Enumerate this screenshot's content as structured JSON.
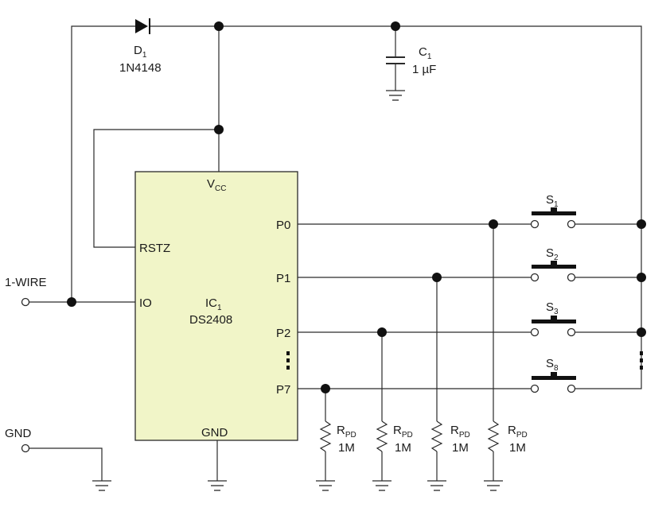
{
  "colors": {
    "ic_fill": "#f1f5c8",
    "wire": "#2a2a2a",
    "dot": "#111111"
  },
  "diode": {
    "ref": "D",
    "ref_sub": "1",
    "part": "1N4148"
  },
  "capacitor": {
    "ref": "C",
    "ref_sub": "1",
    "value": "1 µF"
  },
  "ic": {
    "ref": "IC",
    "ref_sub": "1",
    "part": "DS2408",
    "vcc": "V",
    "vcc_sub": "CC",
    "gnd": "GND",
    "rstz": "RSTZ",
    "io": "IO",
    "ports": [
      "P0",
      "P1",
      "P2",
      "P7"
    ]
  },
  "inputs": {
    "onewire": "1-WIRE",
    "gnd": "GND"
  },
  "switches": [
    {
      "ref": "S",
      "sub": "1"
    },
    {
      "ref": "S",
      "sub": "2"
    },
    {
      "ref": "S",
      "sub": "3"
    },
    {
      "ref": "S",
      "sub": "8"
    }
  ],
  "resistors": [
    {
      "ref": "R",
      "sub": "PD",
      "value": "1M"
    },
    {
      "ref": "R",
      "sub": "PD",
      "value": "1M"
    },
    {
      "ref": "R",
      "sub": "PD",
      "value": "1M"
    },
    {
      "ref": "R",
      "sub": "PD",
      "value": "1M"
    }
  ]
}
